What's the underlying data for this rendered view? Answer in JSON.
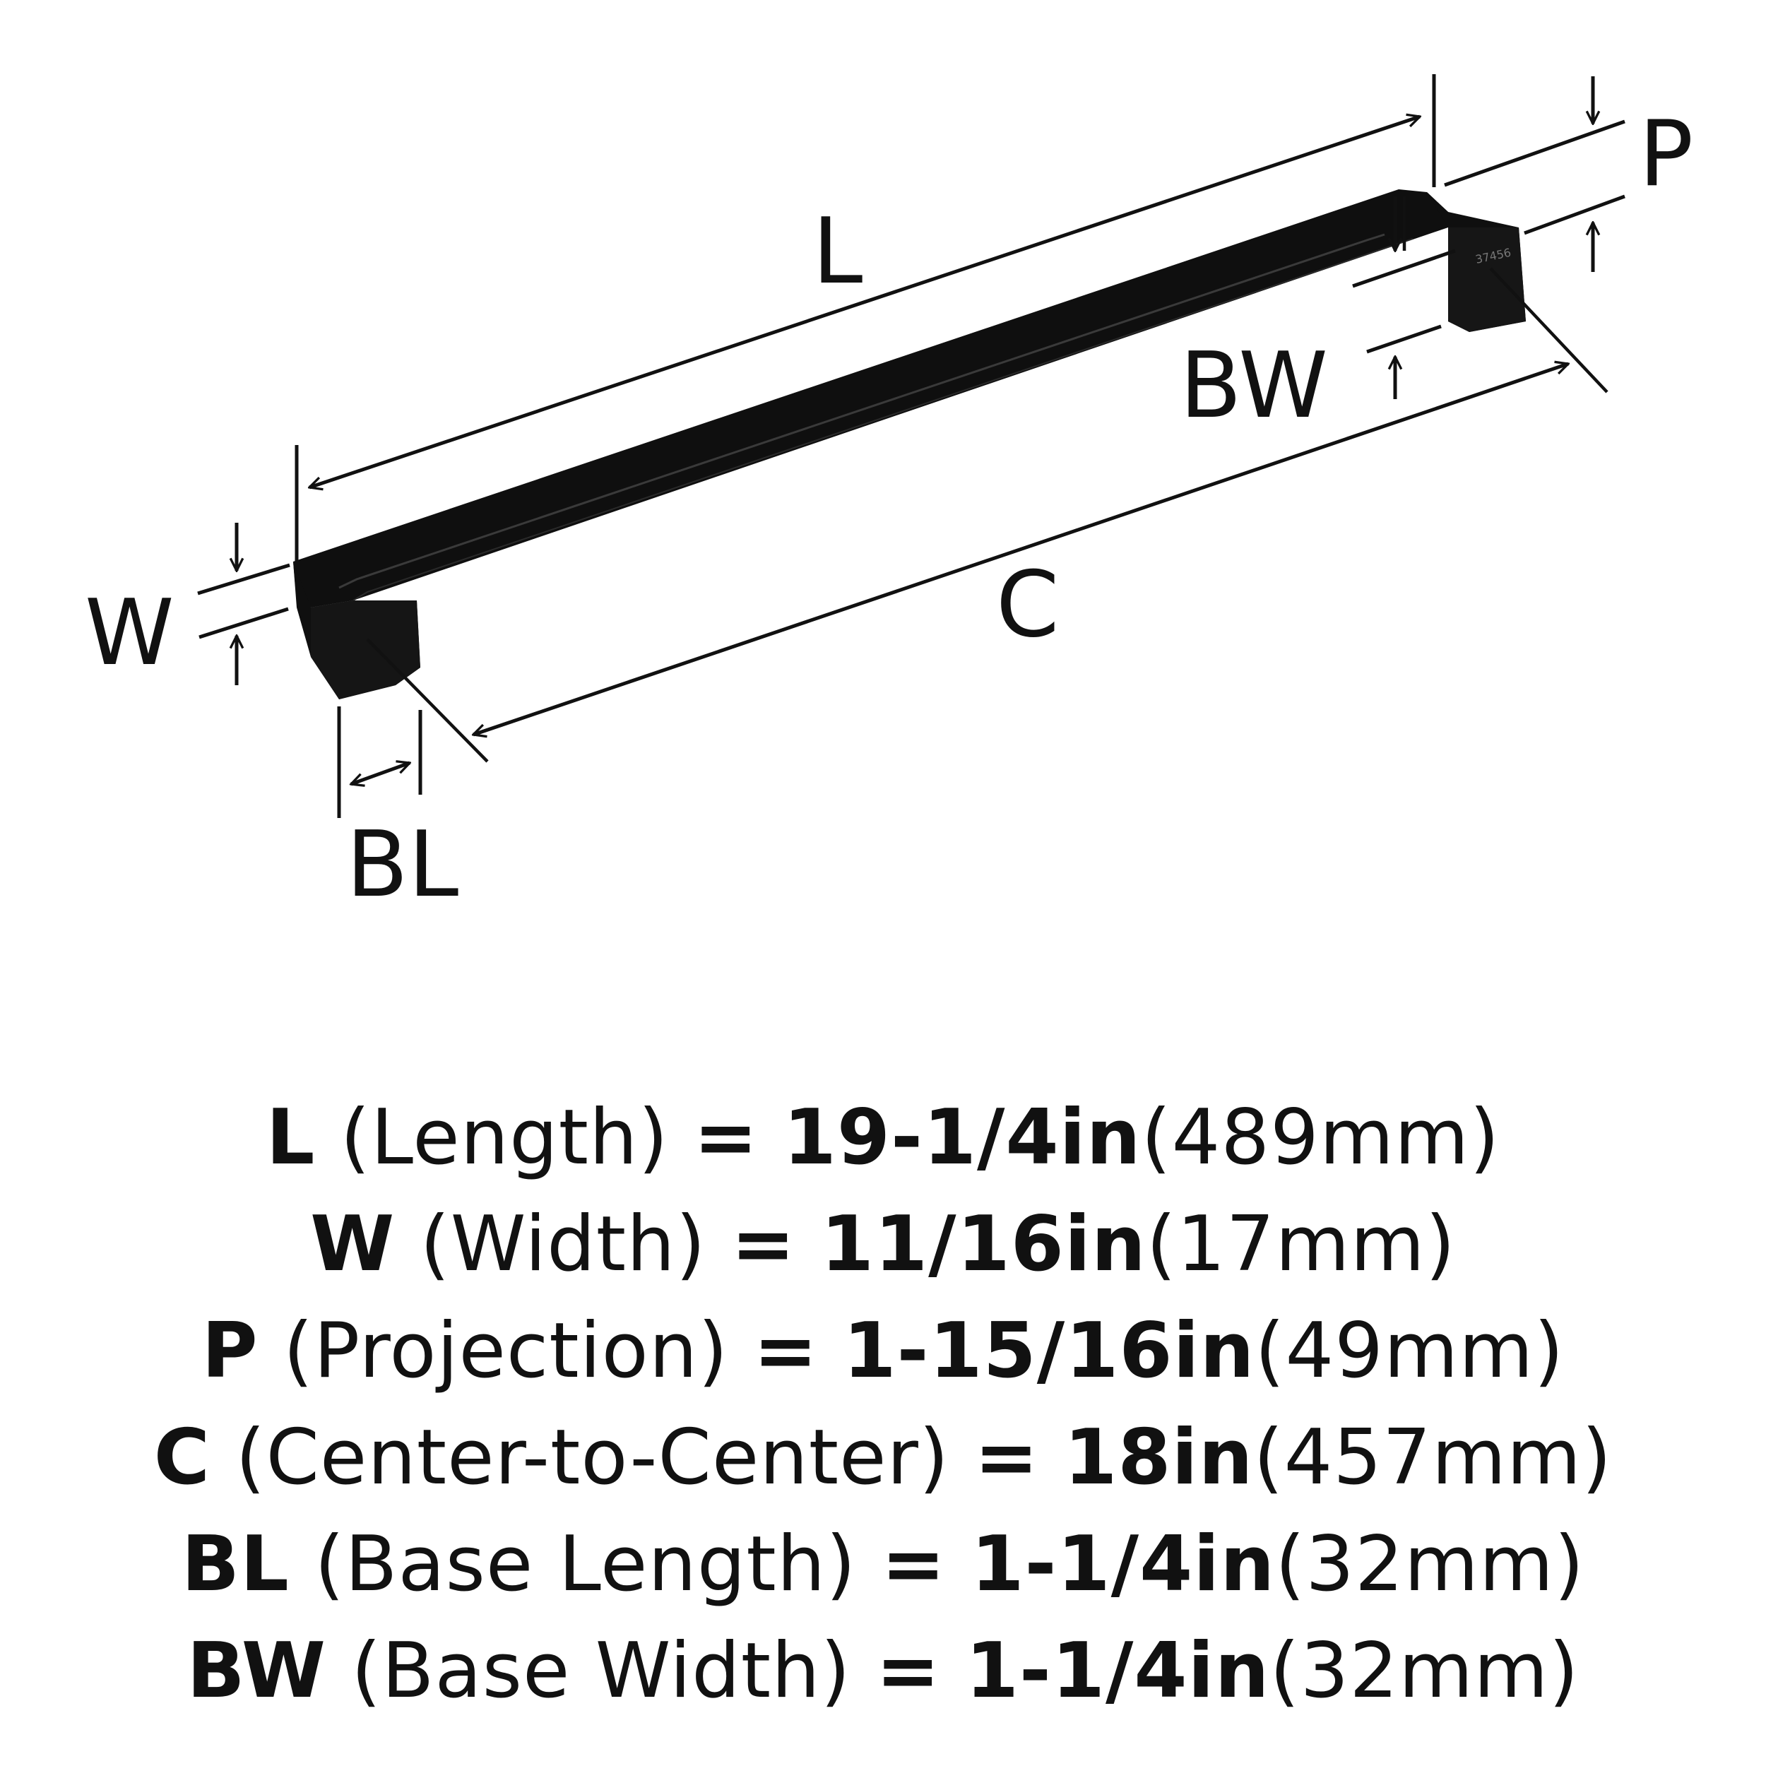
{
  "diagram": {
    "labels": {
      "L": "L",
      "W": "W",
      "P": "P",
      "C": "C",
      "BL": "BL",
      "BW": "BW"
    },
    "part_stamp": "37456",
    "colors": {
      "handle": "#0f0f0f",
      "handle_highlight": "#3a3a3a",
      "line": "#111111",
      "background": "#ffffff"
    }
  },
  "specs": [
    {
      "code": "L",
      "name": "(Length)",
      "eq": "=",
      "inch": "19-1/4in",
      "metric": "(489mm)"
    },
    {
      "code": "W",
      "name": "(Width)",
      "eq": "=",
      "inch": "11/16in",
      "metric": "(17mm)"
    },
    {
      "code": "P",
      "name": "(Projection)",
      "eq": "=",
      "inch": "1-15/16in",
      "metric": "(49mm)"
    },
    {
      "code": "C",
      "name": "(Center-to-Center)",
      "eq": "=",
      "inch": "18in",
      "metric": "(457mm)"
    },
    {
      "code": "BL",
      "name": "(Base Length)",
      "eq": "=",
      "inch": "1-1/4in",
      "metric": "(32mm)"
    },
    {
      "code": "BW",
      "name": "(Base Width)",
      "eq": "=",
      "inch": "1-1/4in",
      "metric": "(32mm)"
    }
  ]
}
